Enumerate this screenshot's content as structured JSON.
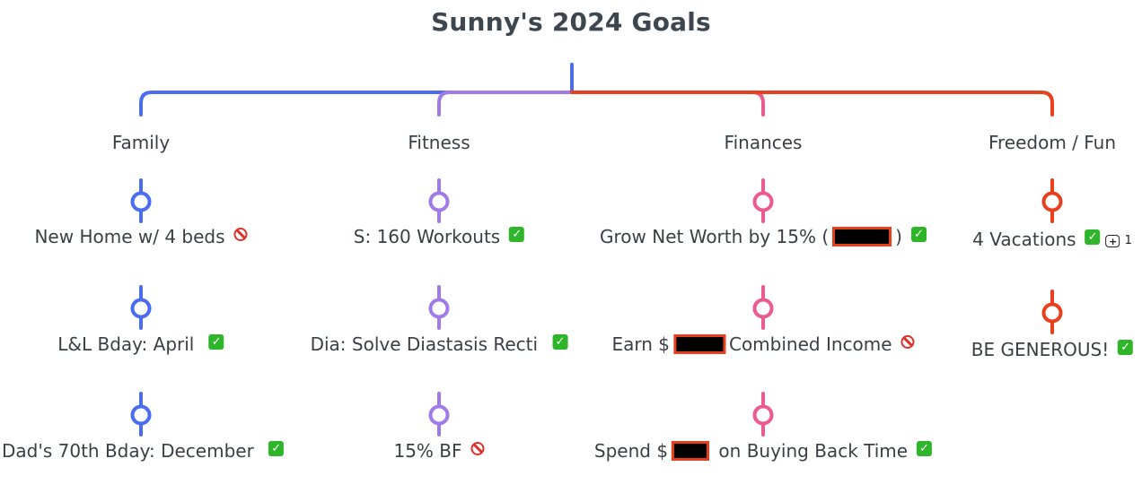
{
  "title": "Sunny's 2024 Goals",
  "colors": {
    "family": "#4a6cf0",
    "fitness": "#a07ae8",
    "finances": "#ec5b8f",
    "fun": "#e8401f",
    "done": "#2fb52a",
    "blocked": "#e0302a"
  },
  "branches": [
    {
      "label": "Family",
      "color": "#4a6cf0",
      "nodes": [
        {
          "parts": [
            {
              "text": "New Home w/ 4 beds"
            }
          ],
          "status": "blocked"
        },
        {
          "parts": [
            {
              "text": "L&L Bday: April "
            }
          ],
          "status": "done"
        },
        {
          "parts": [
            {
              "text": "Dad's 70th Bday: December "
            }
          ],
          "status": "done"
        }
      ]
    },
    {
      "label": "Fitness",
      "color": "#a07ae8",
      "nodes": [
        {
          "parts": [
            {
              "text": "S: 160 Workouts"
            }
          ],
          "status": "done"
        },
        {
          "parts": [
            {
              "text": "Dia: Solve Diastasis Recti "
            }
          ],
          "status": "done"
        },
        {
          "parts": [
            {
              "text": "15% BF"
            }
          ],
          "status": "blocked"
        }
      ]
    },
    {
      "label": "Finances",
      "color": "#ec5b8f",
      "nodes": [
        {
          "parts": [
            {
              "text": "Grow Net Worth by 15% ("
            },
            {
              "redacted": true
            },
            {
              "text": ")"
            }
          ],
          "status": "done"
        },
        {
          "parts": [
            {
              "text": "Earn $"
            },
            {
              "redacted": true
            },
            {
              "text": "Combined Income"
            }
          ],
          "status": "blocked"
        },
        {
          "parts": [
            {
              "text": "Spend $"
            },
            {
              "redacted": true
            },
            {
              "text": " on Buying Back Time"
            }
          ],
          "status": "done"
        }
      ]
    },
    {
      "label": "Freedom / Fun",
      "color": "#e8401f",
      "nodes": [
        {
          "parts": [
            {
              "text": "4 Vacations"
            }
          ],
          "status": "done",
          "comment_count": "1"
        },
        {
          "parts": [
            {
              "text": "BE GENEROUS!"
            }
          ],
          "status": "done"
        }
      ]
    }
  ]
}
